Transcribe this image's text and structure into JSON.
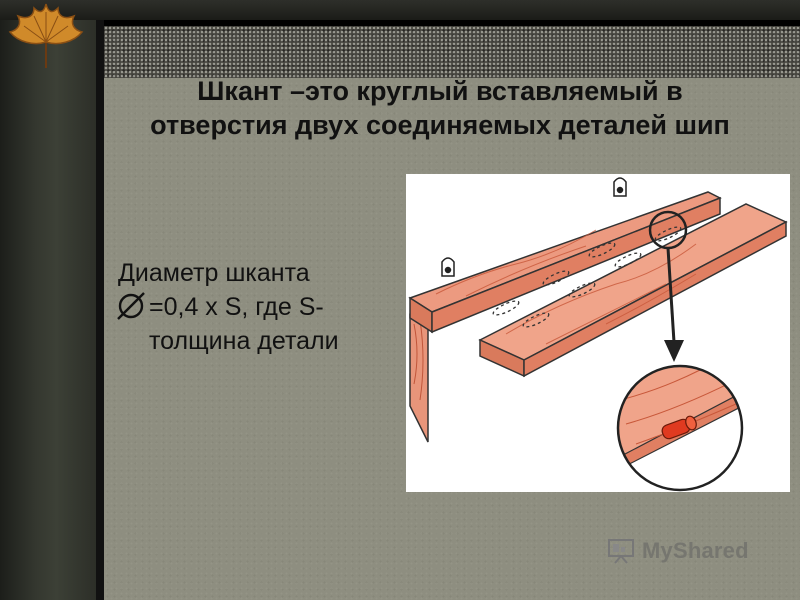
{
  "title": {
    "bold": "Шкант –",
    "rest_line1": "это круглый вставляемый в",
    "line2": "отверстия двух соединяемых деталей шип"
  },
  "body": {
    "line1": "Диаметр шканта",
    "line2": "=0,4 х S, где S-",
    "line3": "толщина детали"
  },
  "diameter_symbol": "Ø",
  "watermark": {
    "text": "MyShared",
    "icon": "presentation-board-icon"
  },
  "colors": {
    "slide_background": "#8e8e80",
    "wood": "#e58060",
    "dowel": "#e03a20"
  }
}
